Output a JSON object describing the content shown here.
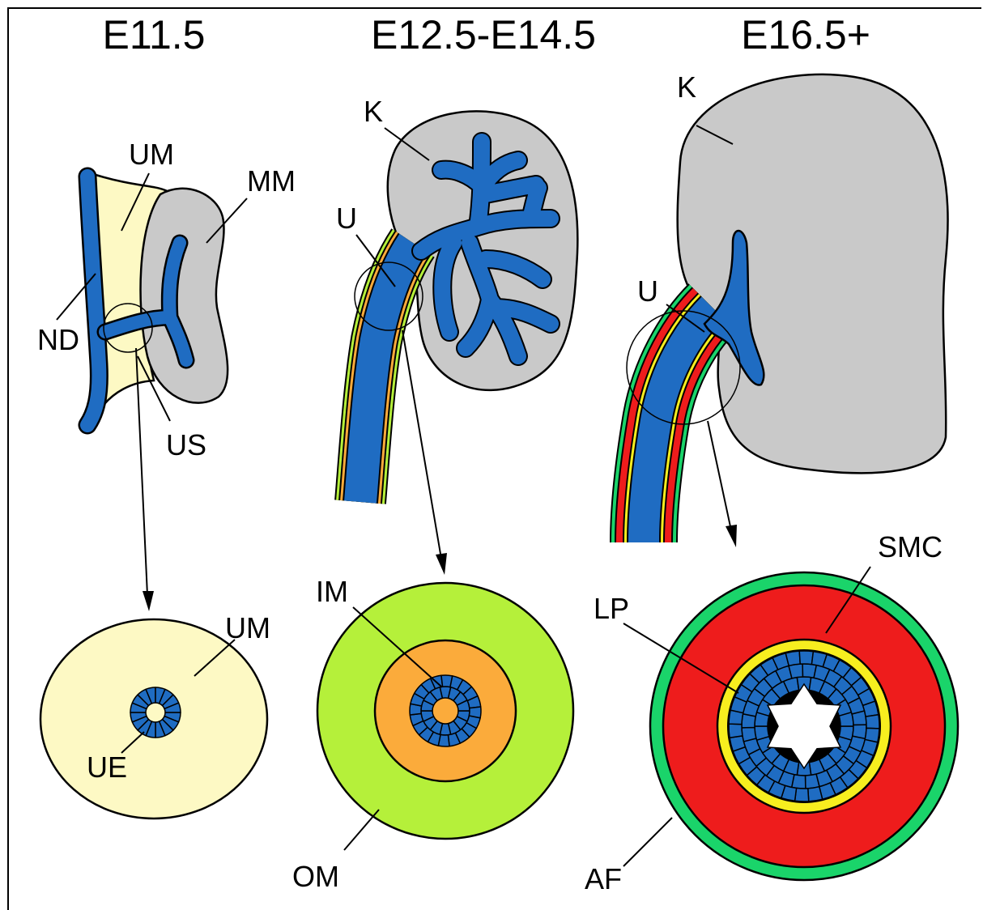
{
  "stages": [
    "E11.5",
    "E12.5-E14.5",
    "E16.5+"
  ],
  "labels": {
    "um_top": "UM",
    "mm": "MM",
    "nd": "ND",
    "us": "US",
    "k_mid": "K",
    "u_mid": "U",
    "k_right": "K",
    "u_right": "U",
    "um_bottom": "UM",
    "ue": "UE",
    "im": "IM",
    "om": "OM",
    "smc": "SMC",
    "lp": "LP",
    "af": "AF"
  },
  "colors": {
    "blue": "#1f6cc2",
    "pale_yellow": "#fdf9c4",
    "gray": "#c9c9c9",
    "lime": "#b5f03a",
    "orange": "#fbab3b",
    "red": "#ee1c1c",
    "green": "#1ad46a",
    "yellow": "#f7ee1f"
  }
}
